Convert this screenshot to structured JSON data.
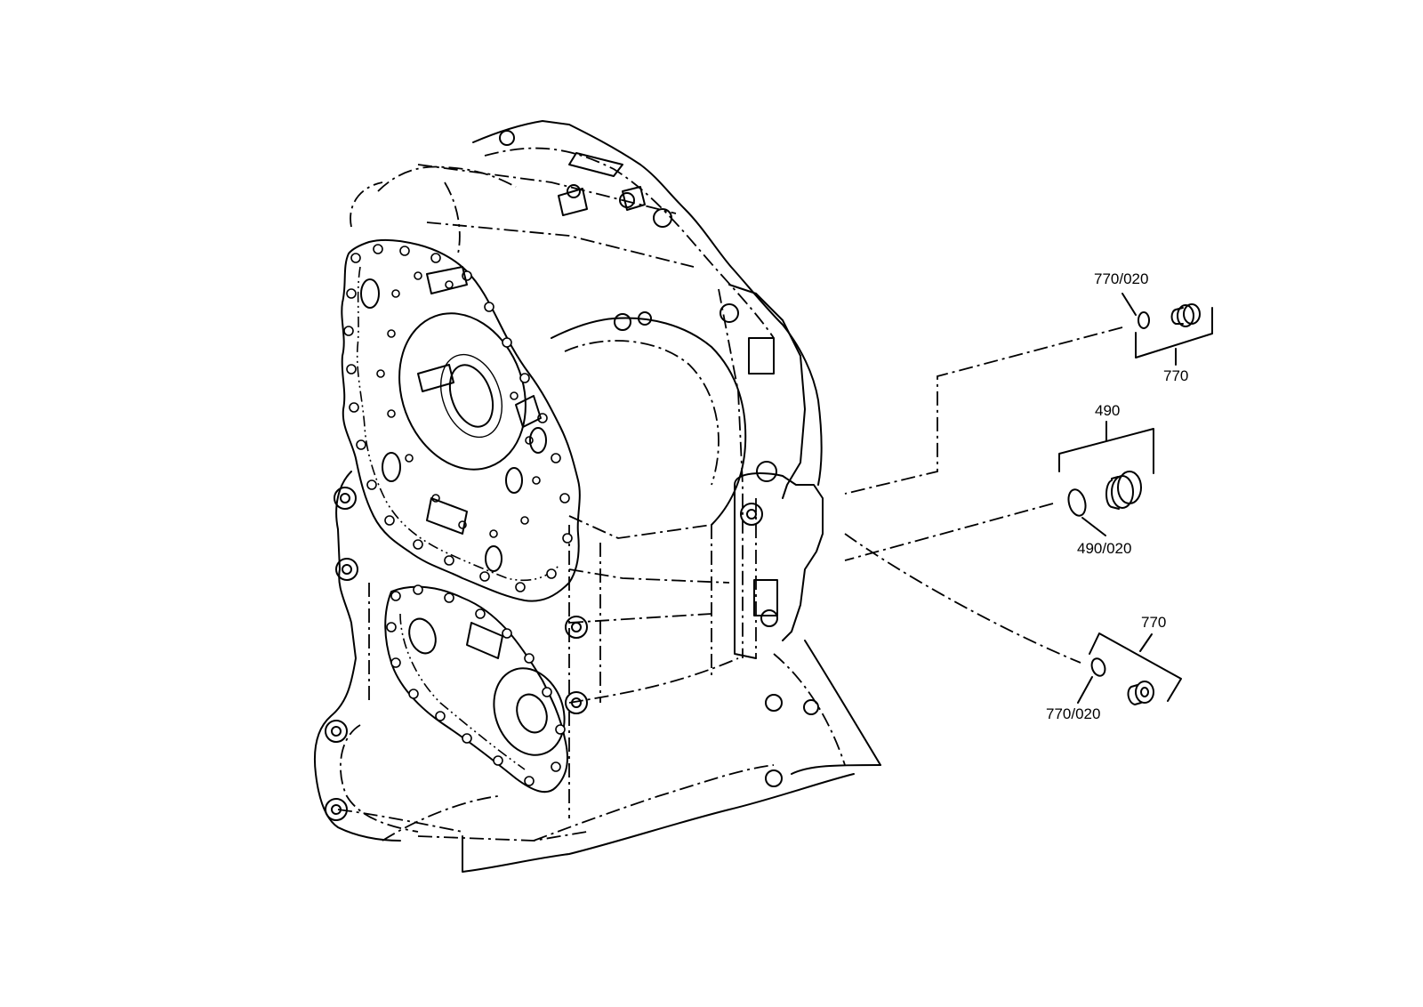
{
  "callouts": {
    "top_ring": "770/020",
    "top_plug": "770",
    "mid_group": "490",
    "mid_ring": "490/020",
    "bottom_group": "770",
    "bottom_ring": "770/020"
  }
}
